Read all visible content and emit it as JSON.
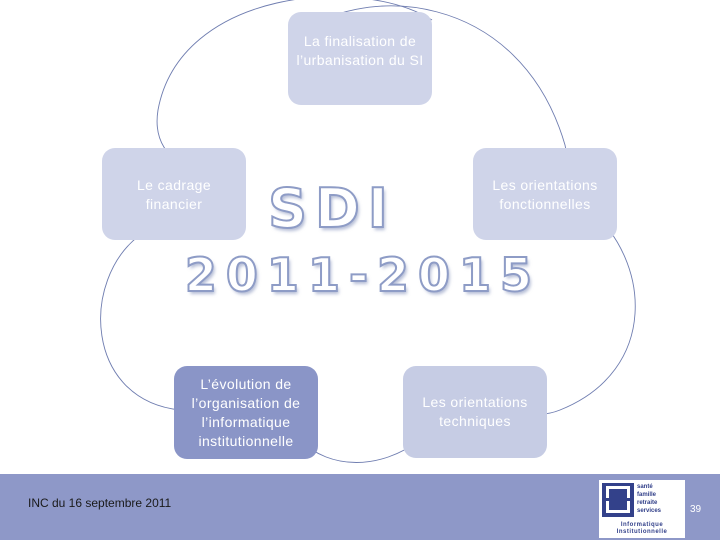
{
  "title": {
    "line1": "SDI",
    "line2": "2011-2015"
  },
  "nodes": {
    "top": "La finalisation de l’urbanisation du SI",
    "left": "Le cadrage financier",
    "right": "Les orientations fonctionnelles",
    "bottom_left": "L’évolution de l’organisation de l’informatique institutionnelle",
    "bottom_right": "Les orientations techniques"
  },
  "footer": {
    "date": "INC du 16 septembre 2011",
    "page_number": "39",
    "logo": {
      "lines": [
        "santé",
        "famille",
        "retraite",
        "services"
      ],
      "caption_line1": "Informatique",
      "caption_line2": "Institutionnelle"
    }
  },
  "colors": {
    "node_light": "#cfd4e9",
    "node_dark": "#8a95c7",
    "footer": "#8e98c8",
    "petal_stroke": "#6f7db0",
    "logo": "#33418a"
  }
}
